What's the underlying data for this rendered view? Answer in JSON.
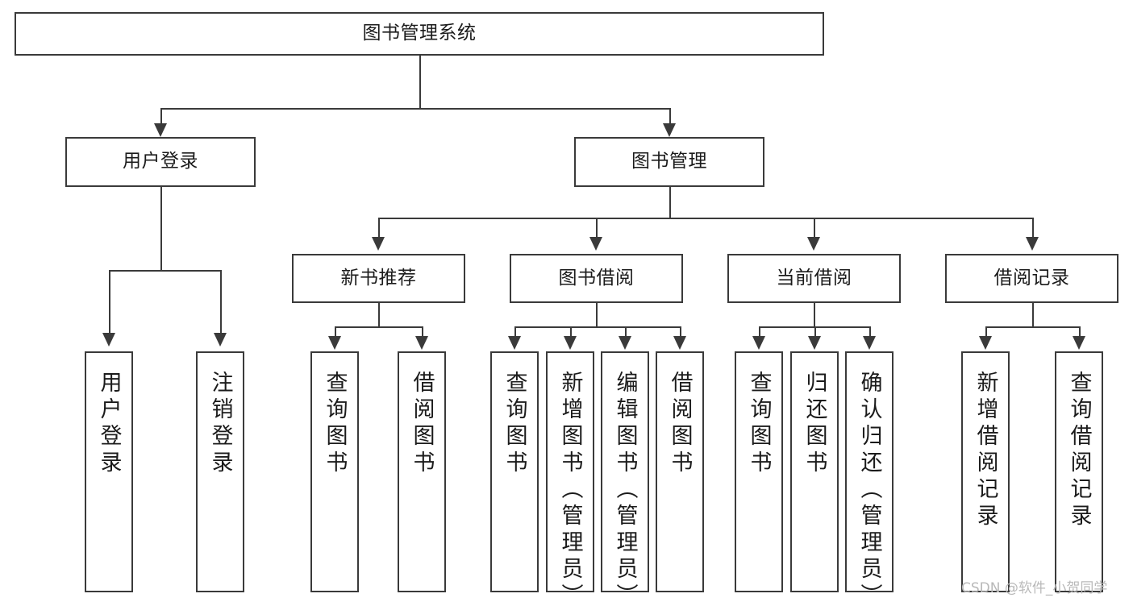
{
  "diagram": {
    "title": "图书管理系统",
    "type": "tree-hierarchy",
    "root": {
      "id": "root",
      "label": "图书管理系统"
    },
    "level2": [
      {
        "id": "user-login",
        "label": "用户登录"
      },
      {
        "id": "book-manage",
        "label": "图书管理"
      }
    ],
    "level3": [
      {
        "id": "new-book-rec",
        "label": "新书推荐",
        "parent": "book-manage"
      },
      {
        "id": "book-borrow",
        "label": "图书借阅",
        "parent": "book-manage"
      },
      {
        "id": "current-borrow",
        "label": "当前借阅",
        "parent": "book-manage"
      },
      {
        "id": "borrow-record",
        "label": "借阅记录",
        "parent": "book-manage"
      }
    ],
    "leaves": {
      "user-login": [
        {
          "id": "leaf-user-login",
          "label": "用户登录"
        },
        {
          "id": "leaf-logout",
          "label": "注销登录"
        }
      ],
      "new-book-rec": [
        {
          "id": "leaf-query-book-1",
          "label": "查询图书"
        },
        {
          "id": "leaf-borrow-book-1",
          "label": "借阅图书"
        }
      ],
      "book-borrow": [
        {
          "id": "leaf-query-book-2",
          "label": "查询图书"
        },
        {
          "id": "leaf-add-book",
          "label": "新增图书（管理员）"
        },
        {
          "id": "leaf-edit-book",
          "label": "编辑图书（管理员）"
        },
        {
          "id": "leaf-borrow-book-2",
          "label": "借阅图书"
        }
      ],
      "current-borrow": [
        {
          "id": "leaf-query-book-3",
          "label": "查询图书"
        },
        {
          "id": "leaf-return-book",
          "label": "归还图书"
        },
        {
          "id": "leaf-confirm-return",
          "label": "确认归还（管理员）"
        }
      ],
      "borrow-record": [
        {
          "id": "leaf-add-record",
          "label": "新增借阅记录"
        },
        {
          "id": "leaf-query-record",
          "label": "查询借阅记录"
        }
      ]
    }
  },
  "watermark": {
    "text": "CSDN @软件_小贺同学"
  },
  "colors": {
    "stroke": "#3a3a3a",
    "text": "#1b1b1b",
    "background": "#ffffff",
    "watermark": "#b9b9b9"
  }
}
